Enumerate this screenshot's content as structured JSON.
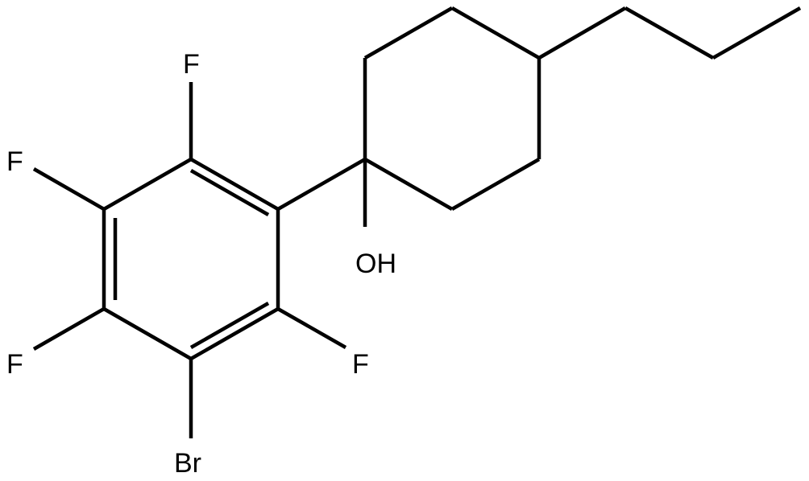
{
  "molecule": {
    "atoms": {
      "f_top": "F",
      "f_upper_left": "F",
      "f_lower_left": "F",
      "f_right": "F",
      "br": "Br",
      "oh": "OH"
    }
  }
}
